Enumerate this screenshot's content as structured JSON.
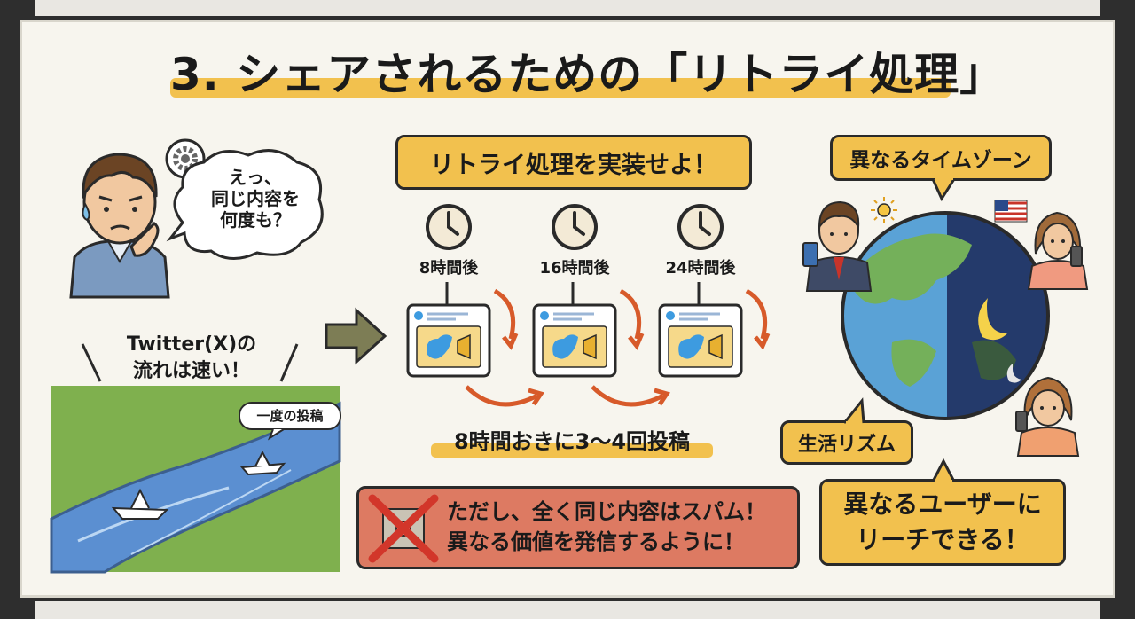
{
  "title": "3. シェアされるための「リトライ処理」",
  "speech": {
    "line1": "えっ、",
    "line2": "同じ内容を",
    "line3": "何度も？"
  },
  "twitter_caption": {
    "line1": "Twitter(X)の",
    "line2": "流れは速い！"
  },
  "single_post_tag": "一度の投稿",
  "implement_banner": "リトライ処理を実装せよ！",
  "schedule": [
    {
      "label": "8時間後"
    },
    {
      "label": "16時間後"
    },
    {
      "label": "24時間後"
    }
  ],
  "frequency_caption": "8時間おきに3〜4回投稿",
  "warning": {
    "line1": "ただし、全く同じ内容はスパム！",
    "line2": "異なる価値を発信するように！"
  },
  "timezone_label": "異なるタイムゾーン",
  "lifestyle_label": "生活リズム",
  "reach_box": {
    "line1": "異なるユーザーに",
    "line2": "リーチできる！"
  },
  "colors": {
    "accent": "#f2c14e",
    "warning": "#dd7a62",
    "twitter": "#3d9be0",
    "river": "#5b8fd1",
    "grass": "#7fb04e",
    "board": "#f7f5ee"
  }
}
